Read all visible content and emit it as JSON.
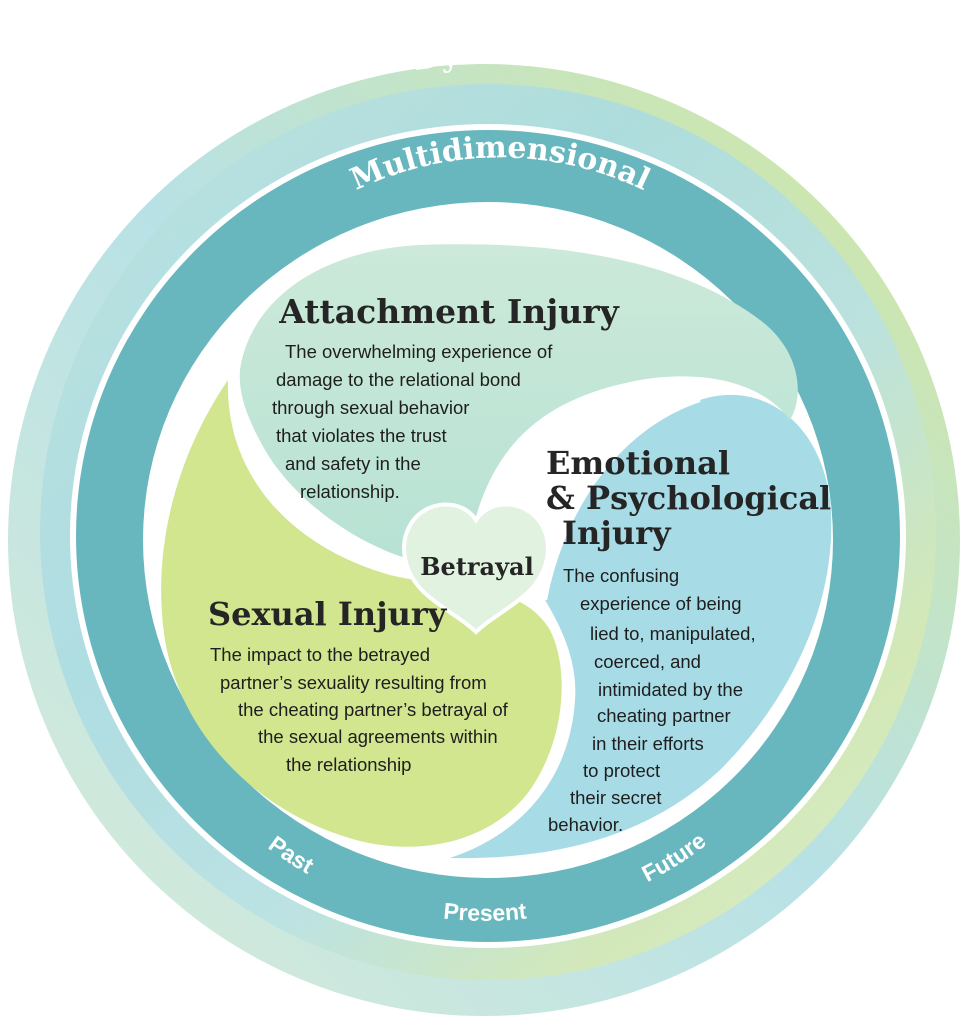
{
  "outer_ring": {
    "label": "Dynamic"
  },
  "middle_ring": {
    "label": "Multidimensional",
    "time_labels": [
      "Past",
      "Present",
      "Future"
    ]
  },
  "center": {
    "label": "Betrayal"
  },
  "attachment": {
    "title": "Attachment Injury",
    "lines": [
      "The overwhelming experience of",
      "damage to the relational bond",
      "through sexual behavior",
      "that violates the trust",
      "and safety in the",
      "relationship."
    ]
  },
  "emotional": {
    "title_lines": [
      "Emotional",
      "& Psychological",
      "Injury"
    ],
    "lines": [
      "The confusing",
      "experience of being",
      "lied to, manipulated,",
      "coerced, and",
      "intimidated by the",
      "cheating partner",
      "in their efforts",
      "to protect",
      "their secret",
      "behavior."
    ]
  },
  "sexual": {
    "title": "Sexual Injury",
    "lines": [
      "The impact to the betrayed",
      "partner’s sexuality resulting from",
      "the cheating partner’s betrayal of",
      "the sexual agreements within",
      "the relationship"
    ]
  },
  "colors": {
    "outer_teal_light": "#a9dbe3",
    "outer_green_light": "#d7e9a6",
    "middle_ring": "#68b7bf",
    "attachment_fill": "#c3e6d6",
    "emotional_fill": "#a7dbe6",
    "sexual_fill": "#d2e58f",
    "heart_fill": "#e2f2e0"
  }
}
